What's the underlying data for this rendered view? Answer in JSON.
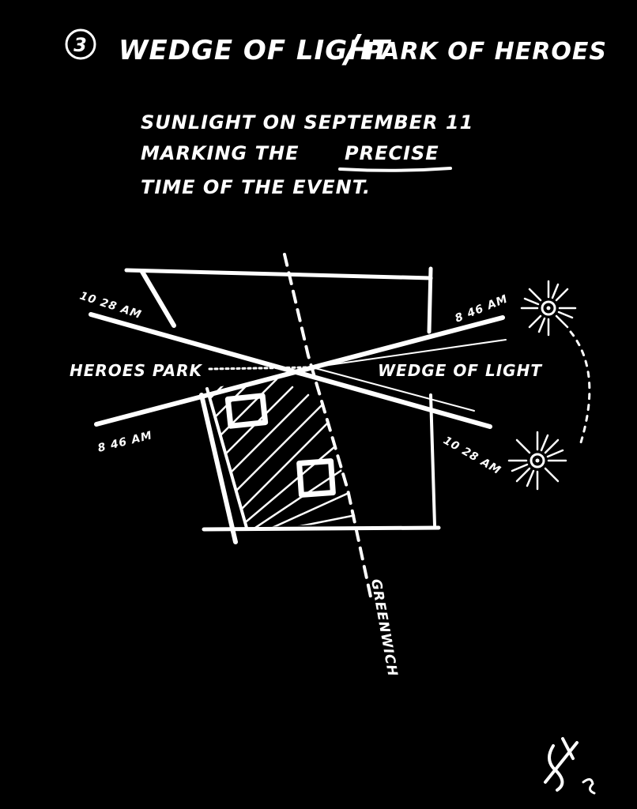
{
  "header": {
    "number": "3",
    "title": "WEDGE OF LIGHT",
    "separator": "/",
    "subtitle": "PARK OF HEROES"
  },
  "note": {
    "line1": "SUNLIGHT ON SEPTEMBER 11",
    "line2_prefix": "MARKING THE",
    "line2_emphasis": "PRECISE",
    "line3": "TIME OF THE EVENT."
  },
  "labels": {
    "heroes_park": "HEROES PARK",
    "wedge_of_light": "WEDGE OF LIGHT",
    "time_1028_left": "10 28 AM",
    "time_846_upper_right": "8 46 AM",
    "time_846_lower_left": "8 46 AM",
    "time_1028_lower_right": "10 28 AM",
    "greenwich": "GREENWICH"
  },
  "colors": {
    "background": "#000000",
    "ink": "#ffffff"
  },
  "icons": {
    "sun_upper": "sun-icon",
    "sun_lower": "sun-icon",
    "signature": "signature-mark"
  }
}
